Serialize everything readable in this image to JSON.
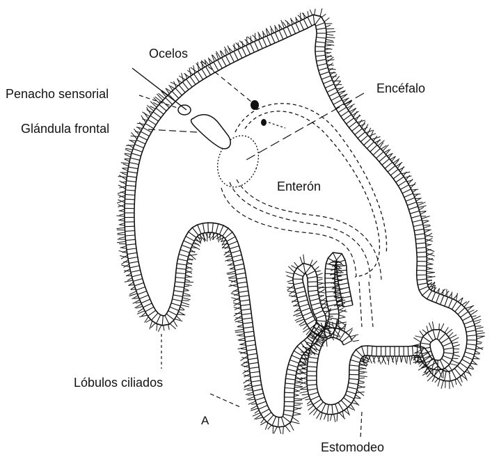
{
  "labels": {
    "ocelos": "Ocelos",
    "penacho": "Penacho sensorial",
    "glandula": "Glándula frontal",
    "encefalo": "Encéfalo",
    "enteron": "Enterón",
    "lobulos": "Lóbulos ciliados",
    "estomodeo": "Estomodeo",
    "figure_letter": "A"
  },
  "colors": {
    "ink": "#111111",
    "background": "#ffffff"
  }
}
